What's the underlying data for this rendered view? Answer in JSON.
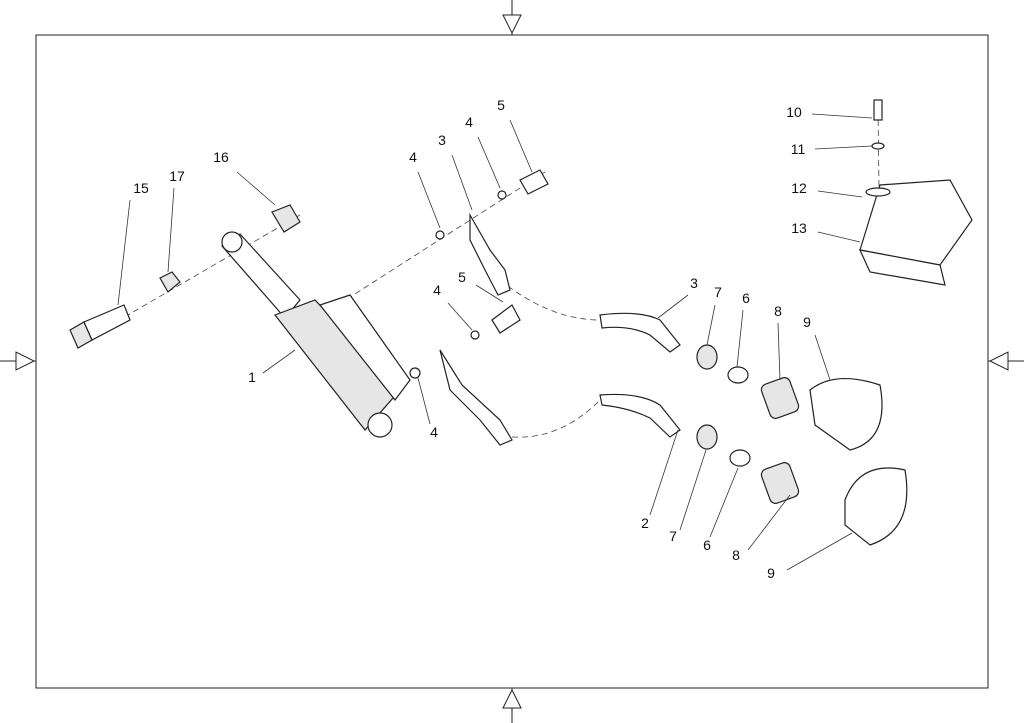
{
  "diagram": {
    "title": "Steering damper exploded parts diagram",
    "callouts": [
      "10",
      "11",
      "12",
      "13",
      "15",
      "17",
      "16",
      "4",
      "3",
      "4",
      "5",
      "4",
      "5",
      "1",
      "4",
      "3",
      "7",
      "6",
      "8",
      "9",
      "2",
      "7",
      "6",
      "8",
      "9"
    ]
  }
}
